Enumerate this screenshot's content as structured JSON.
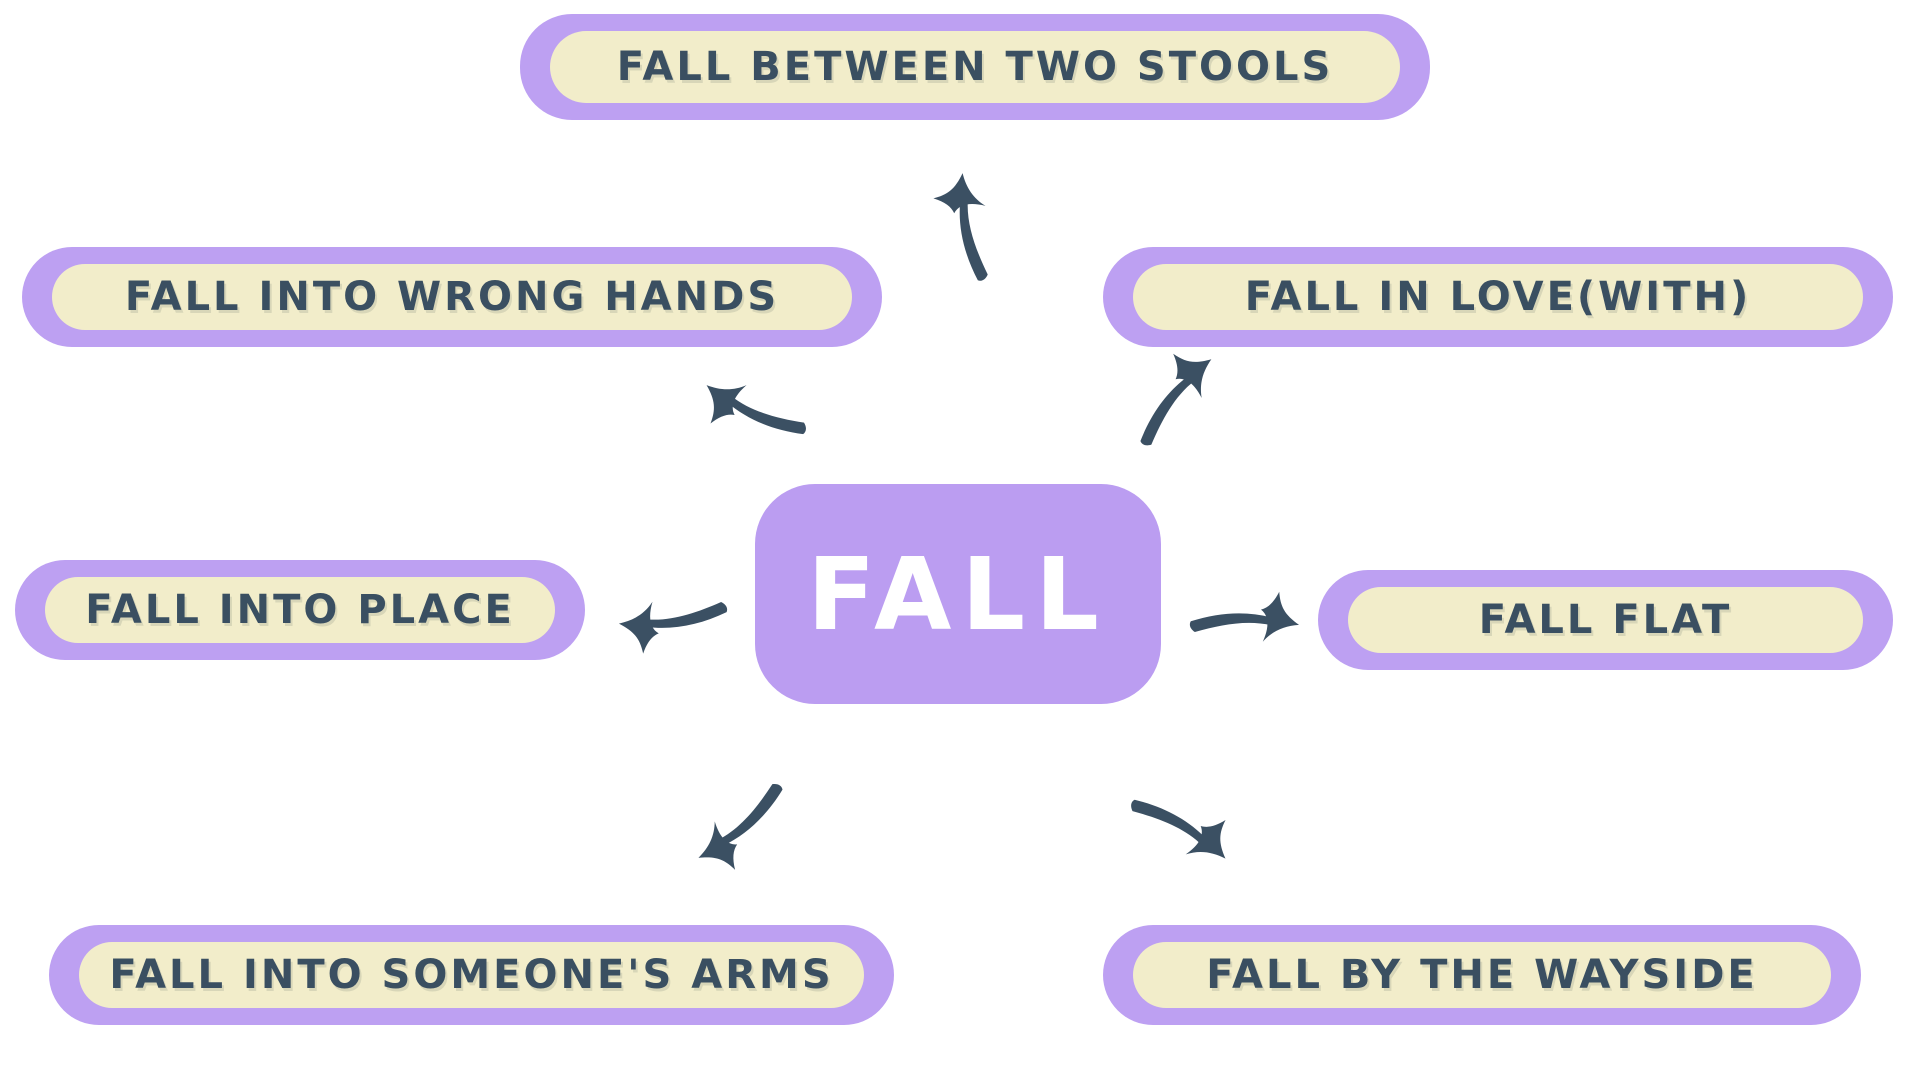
{
  "center": {
    "label": "FALL"
  },
  "nodes": [
    {
      "id": "fall-between-two-stools",
      "label": "FALL BETWEEN TWO STOOLS",
      "position": "top"
    },
    {
      "id": "fall-into-wrong-hands",
      "label": "FALL INTO WRONG HANDS",
      "position": "upper-left"
    },
    {
      "id": "fall-in-love-with",
      "label": "FALL IN LOVE(WITH)",
      "position": "upper-right"
    },
    {
      "id": "fall-into-place",
      "label": "FALL INTO PLACE",
      "position": "middle-left"
    },
    {
      "id": "fall-flat",
      "label": "FALL FLAT",
      "position": "middle-right"
    },
    {
      "id": "fall-into-someones-arms",
      "label": "FALL INTO SOMEONE'S ARMS",
      "position": "bottom-left"
    },
    {
      "id": "fall-by-the-wayside",
      "label": "FALL BY THE WAYSIDE",
      "position": "bottom-right"
    }
  ],
  "connections": [
    {
      "from": "center",
      "to": "fall-between-two-stools"
    },
    {
      "from": "center",
      "to": "fall-into-wrong-hands"
    },
    {
      "from": "center",
      "to": "fall-in-love-with"
    },
    {
      "from": "center",
      "to": "fall-into-place"
    },
    {
      "from": "center",
      "to": "fall-flat"
    },
    {
      "from": "center",
      "to": "fall-into-someones-arms"
    },
    {
      "from": "center",
      "to": "fall-by-the-wayside"
    }
  ],
  "colors": {
    "background": "#ffffff",
    "pill_outer": "#bda0f2",
    "pill_inner": "#f2edca",
    "center_fill": "#bb9df1",
    "label_text": "#3a4f61",
    "center_text": "#ffffff",
    "arrow": "#3b5063"
  }
}
